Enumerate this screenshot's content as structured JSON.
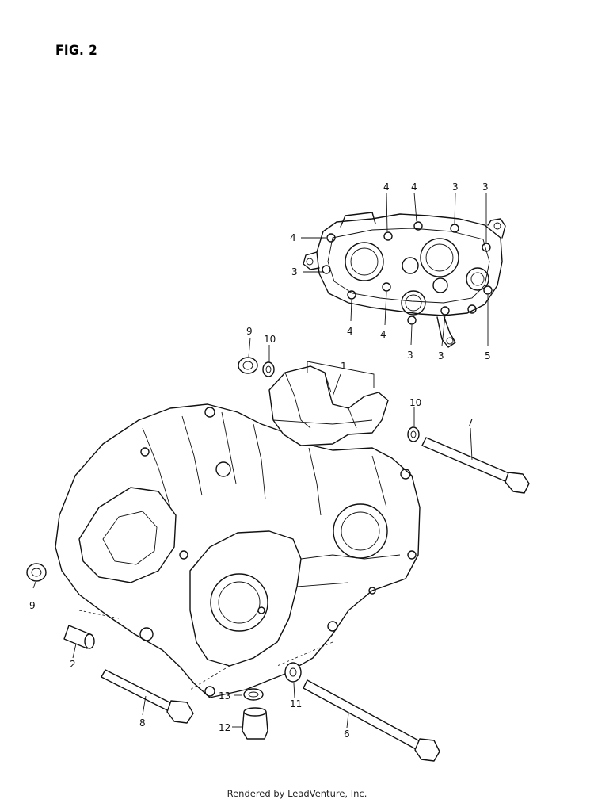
{
  "figure": {
    "title": "FIG. 2",
    "credit": "Rendered by LeadVenture, Inc."
  },
  "callouts": [
    {
      "id": "c1",
      "label": "1"
    },
    {
      "id": "c2",
      "label": "2"
    },
    {
      "id": "c3a",
      "label": "3"
    },
    {
      "id": "c3b",
      "label": "3"
    },
    {
      "id": "c3c",
      "label": "3"
    },
    {
      "id": "c3d",
      "label": "3"
    },
    {
      "id": "c3e",
      "label": "3"
    },
    {
      "id": "c4a",
      "label": "4"
    },
    {
      "id": "c4b",
      "label": "4"
    },
    {
      "id": "c4c",
      "label": "4"
    },
    {
      "id": "c4d",
      "label": "4"
    },
    {
      "id": "c4e",
      "label": "4"
    },
    {
      "id": "c5",
      "label": "5"
    },
    {
      "id": "c6",
      "label": "6"
    },
    {
      "id": "c7",
      "label": "7"
    },
    {
      "id": "c8",
      "label": "8"
    },
    {
      "id": "c9a",
      "label": "9"
    },
    {
      "id": "c9b",
      "label": "9"
    },
    {
      "id": "c10a",
      "label": "10"
    },
    {
      "id": "c10b",
      "label": "10"
    },
    {
      "id": "c11",
      "label": "11"
    },
    {
      "id": "c12",
      "label": "12"
    },
    {
      "id": "c13",
      "label": "13"
    }
  ]
}
